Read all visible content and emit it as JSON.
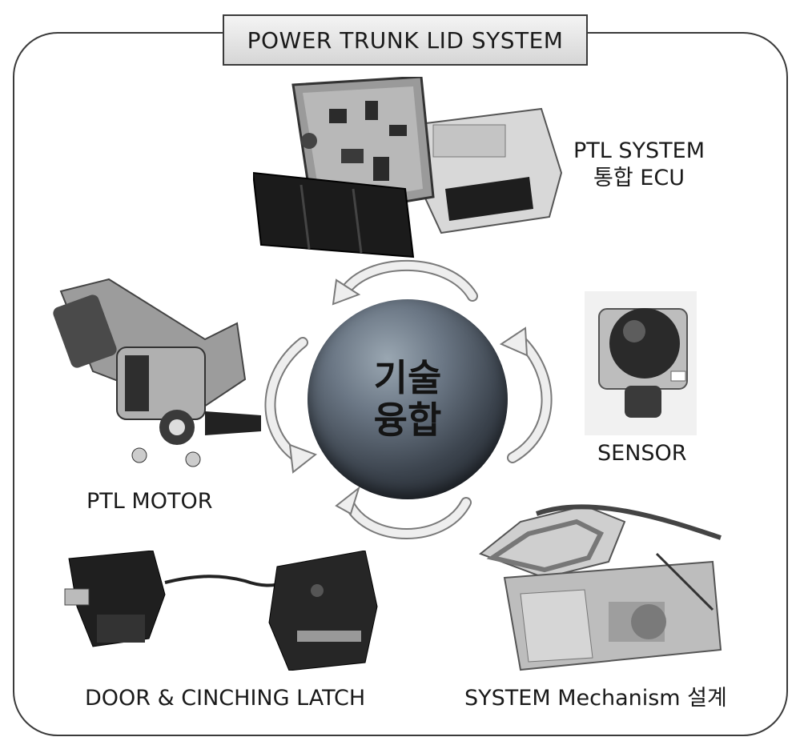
{
  "title": "POWER TRUNK LID SYSTEM",
  "center": {
    "line1": "기술",
    "line2": "융합"
  },
  "components": {
    "ecu": {
      "line1": "PTL SYSTEM",
      "line2": "통합 ECU"
    },
    "sensor": {
      "label": "SENSOR"
    },
    "motor": {
      "label": "PTL MOTOR"
    },
    "latch": {
      "label": "DOOR & CINCHING LATCH"
    },
    "mechanism": {
      "label": "SYSTEM Mechanism 설계"
    }
  },
  "colors": {
    "frame": "#3a3a3a",
    "arrow_fill": "#eeeeee",
    "arrow_stroke": "#7a7a7a"
  }
}
